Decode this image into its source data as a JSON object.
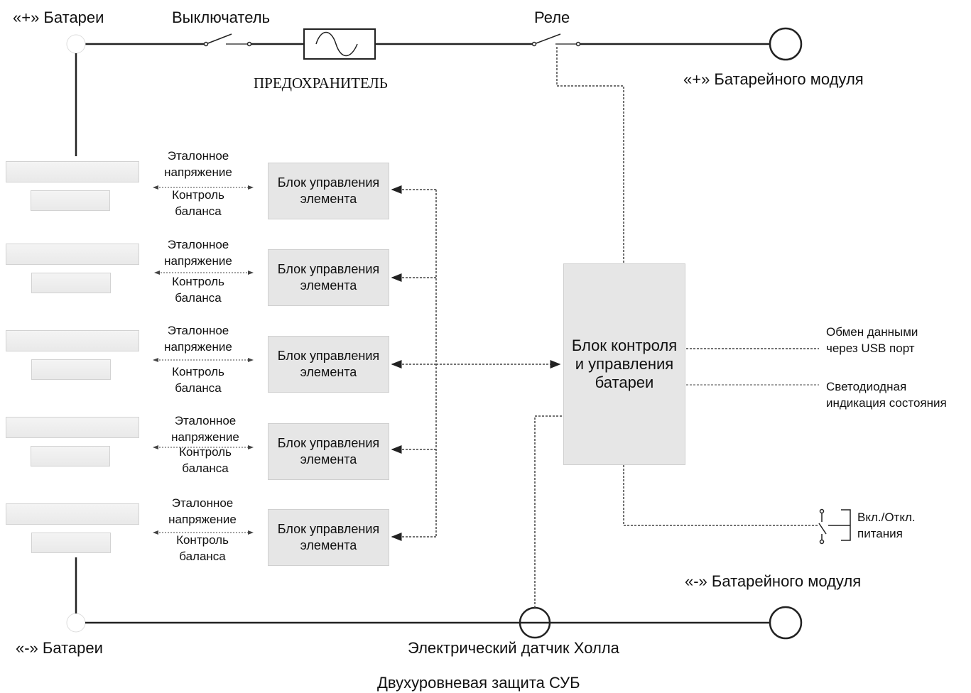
{
  "top": {
    "battery_plus": "«+» Батареи",
    "switch": "Выключатель",
    "relay": "Реле",
    "fuse": "ПРЕДОХРАНИТЕЛЬ",
    "module_plus": "«+» Батарейного модуля"
  },
  "cells": [
    {
      "ref": "Эталонное",
      "ref2": "напряжение",
      "bal": "Контроль",
      "bal2": "баланса",
      "unit1": "Блок управления",
      "unit2": "элемента"
    },
    {
      "ref": "Эталонное",
      "ref2": "напряжение",
      "bal": "Контроль",
      "bal2": "баланса",
      "unit1": "Блок управления",
      "unit2": "элемента"
    },
    {
      "ref": "Эталонное",
      "ref2": "напряжение",
      "bal": "Контроль",
      "bal2": "баланса",
      "unit1": "Блок управления",
      "unit2": "элемента"
    },
    {
      "ref": "Эталонное",
      "ref2": "напряжение",
      "bal": "Контроль",
      "bal2": "баланса",
      "unit1": "Блок управления",
      "unit2": "элемента"
    },
    {
      "ref": "Эталонное",
      "ref2": "напряжение",
      "bal": "Контроль",
      "bal2": "баланса",
      "unit1": "Блок управления",
      "unit2": "элемента"
    }
  ],
  "bms": {
    "line1": "Блок контроля",
    "line2": "и управления",
    "line3": "батареи"
  },
  "outputs": {
    "usb1": "Обмен данными",
    "usb2": "через USB порт",
    "led1": "Светодиодная",
    "led2": "индикация состояния",
    "pwr1": "Вкл./Откл.",
    "pwr2": "питания"
  },
  "bottom": {
    "module_minus": "«-» Батарейного модуля",
    "battery_minus": "«-» Батареи",
    "hall": "Электрический датчик Холла",
    "caption": "Двухуровневая защита СУБ"
  }
}
